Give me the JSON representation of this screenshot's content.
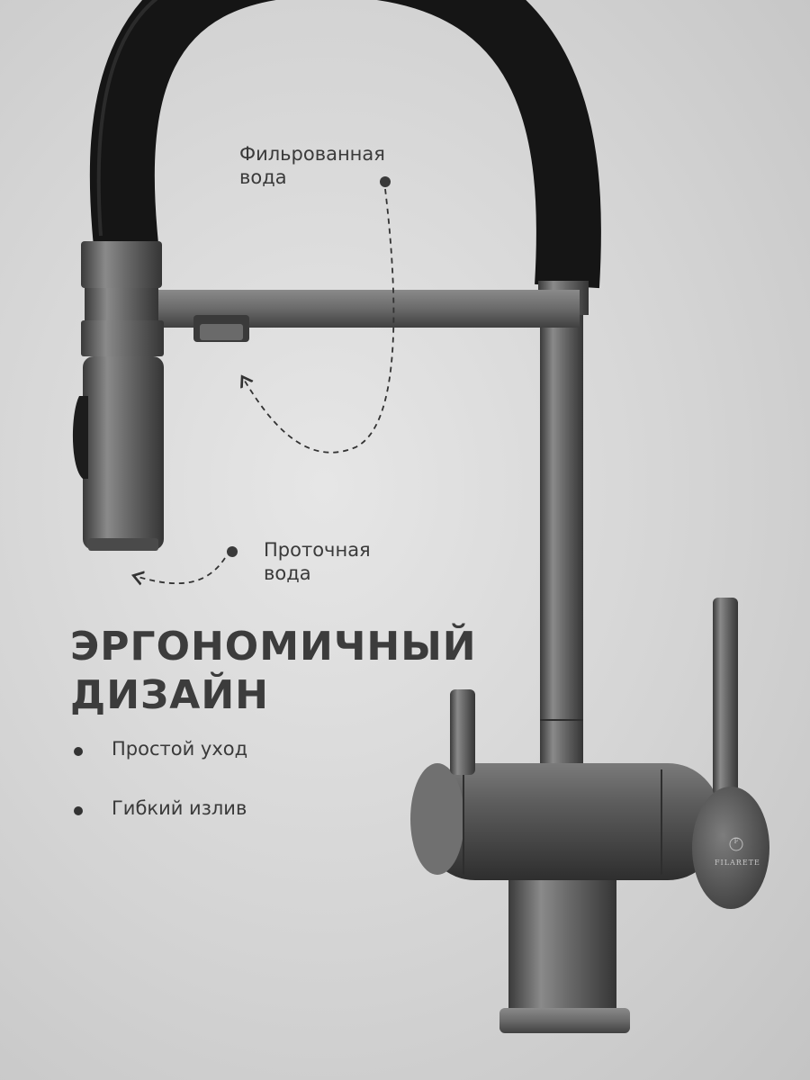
{
  "callouts": {
    "filtered_water": {
      "line1": "Фильрованная",
      "line2": "вода"
    },
    "tap_water": {
      "line1": "Проточная",
      "line2": "вода"
    }
  },
  "headline": {
    "line1": "ЭРГОНОМИЧНЫЙ",
    "line2": "ДИЗАЙН"
  },
  "features": [
    "Простой уход",
    "Гибкий излив"
  ],
  "brand": {
    "logo_text": "FILARETE",
    "logo_letter": "F"
  },
  "colors": {
    "text": "#3a3a3a",
    "hose": "#151515",
    "metal": "#5a5a5a",
    "background": "#d8d8d8"
  }
}
